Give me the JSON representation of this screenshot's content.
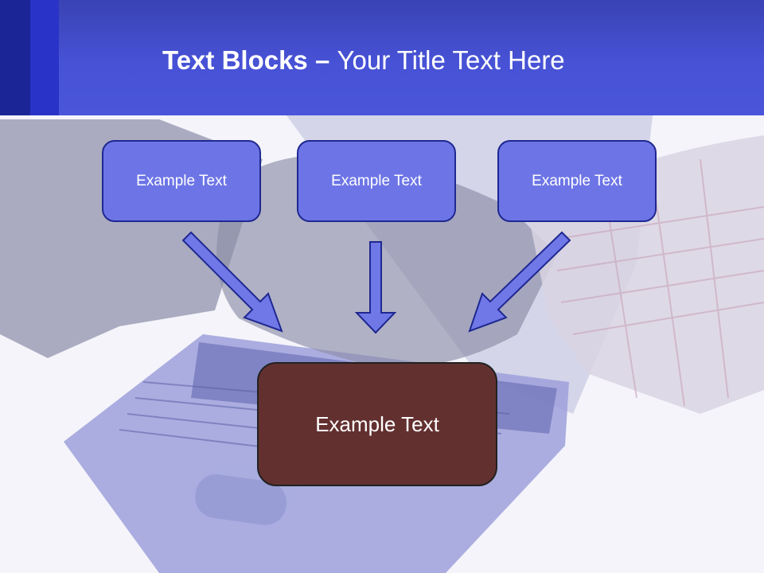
{
  "slide": {
    "title_strong": "Text Blocks",
    "title_dash": " – ",
    "title_rest": "Your Title Text Here"
  },
  "blocks": [
    {
      "label": "Example Text"
    },
    {
      "label": "Example Text"
    },
    {
      "label": "Example Text"
    }
  ],
  "main_block": {
    "label": "Example Text"
  },
  "colors": {
    "header": "#4752d6",
    "block_fill": "#6d75e6",
    "block_border": "#1f2890",
    "main_fill": "#633030",
    "arrow_fill": "#7078e8"
  }
}
